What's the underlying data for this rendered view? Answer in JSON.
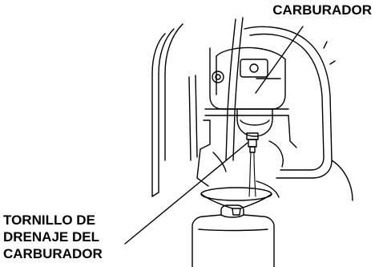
{
  "labels": {
    "carburetor": "CARBURADOR",
    "drain_screw": {
      "line1": "TORNILLO DE",
      "line2": "DRENAJE DEL",
      "line3": "CARBURADOR"
    }
  },
  "colors": {
    "ink": "#000000",
    "paper": "#ffffff"
  }
}
